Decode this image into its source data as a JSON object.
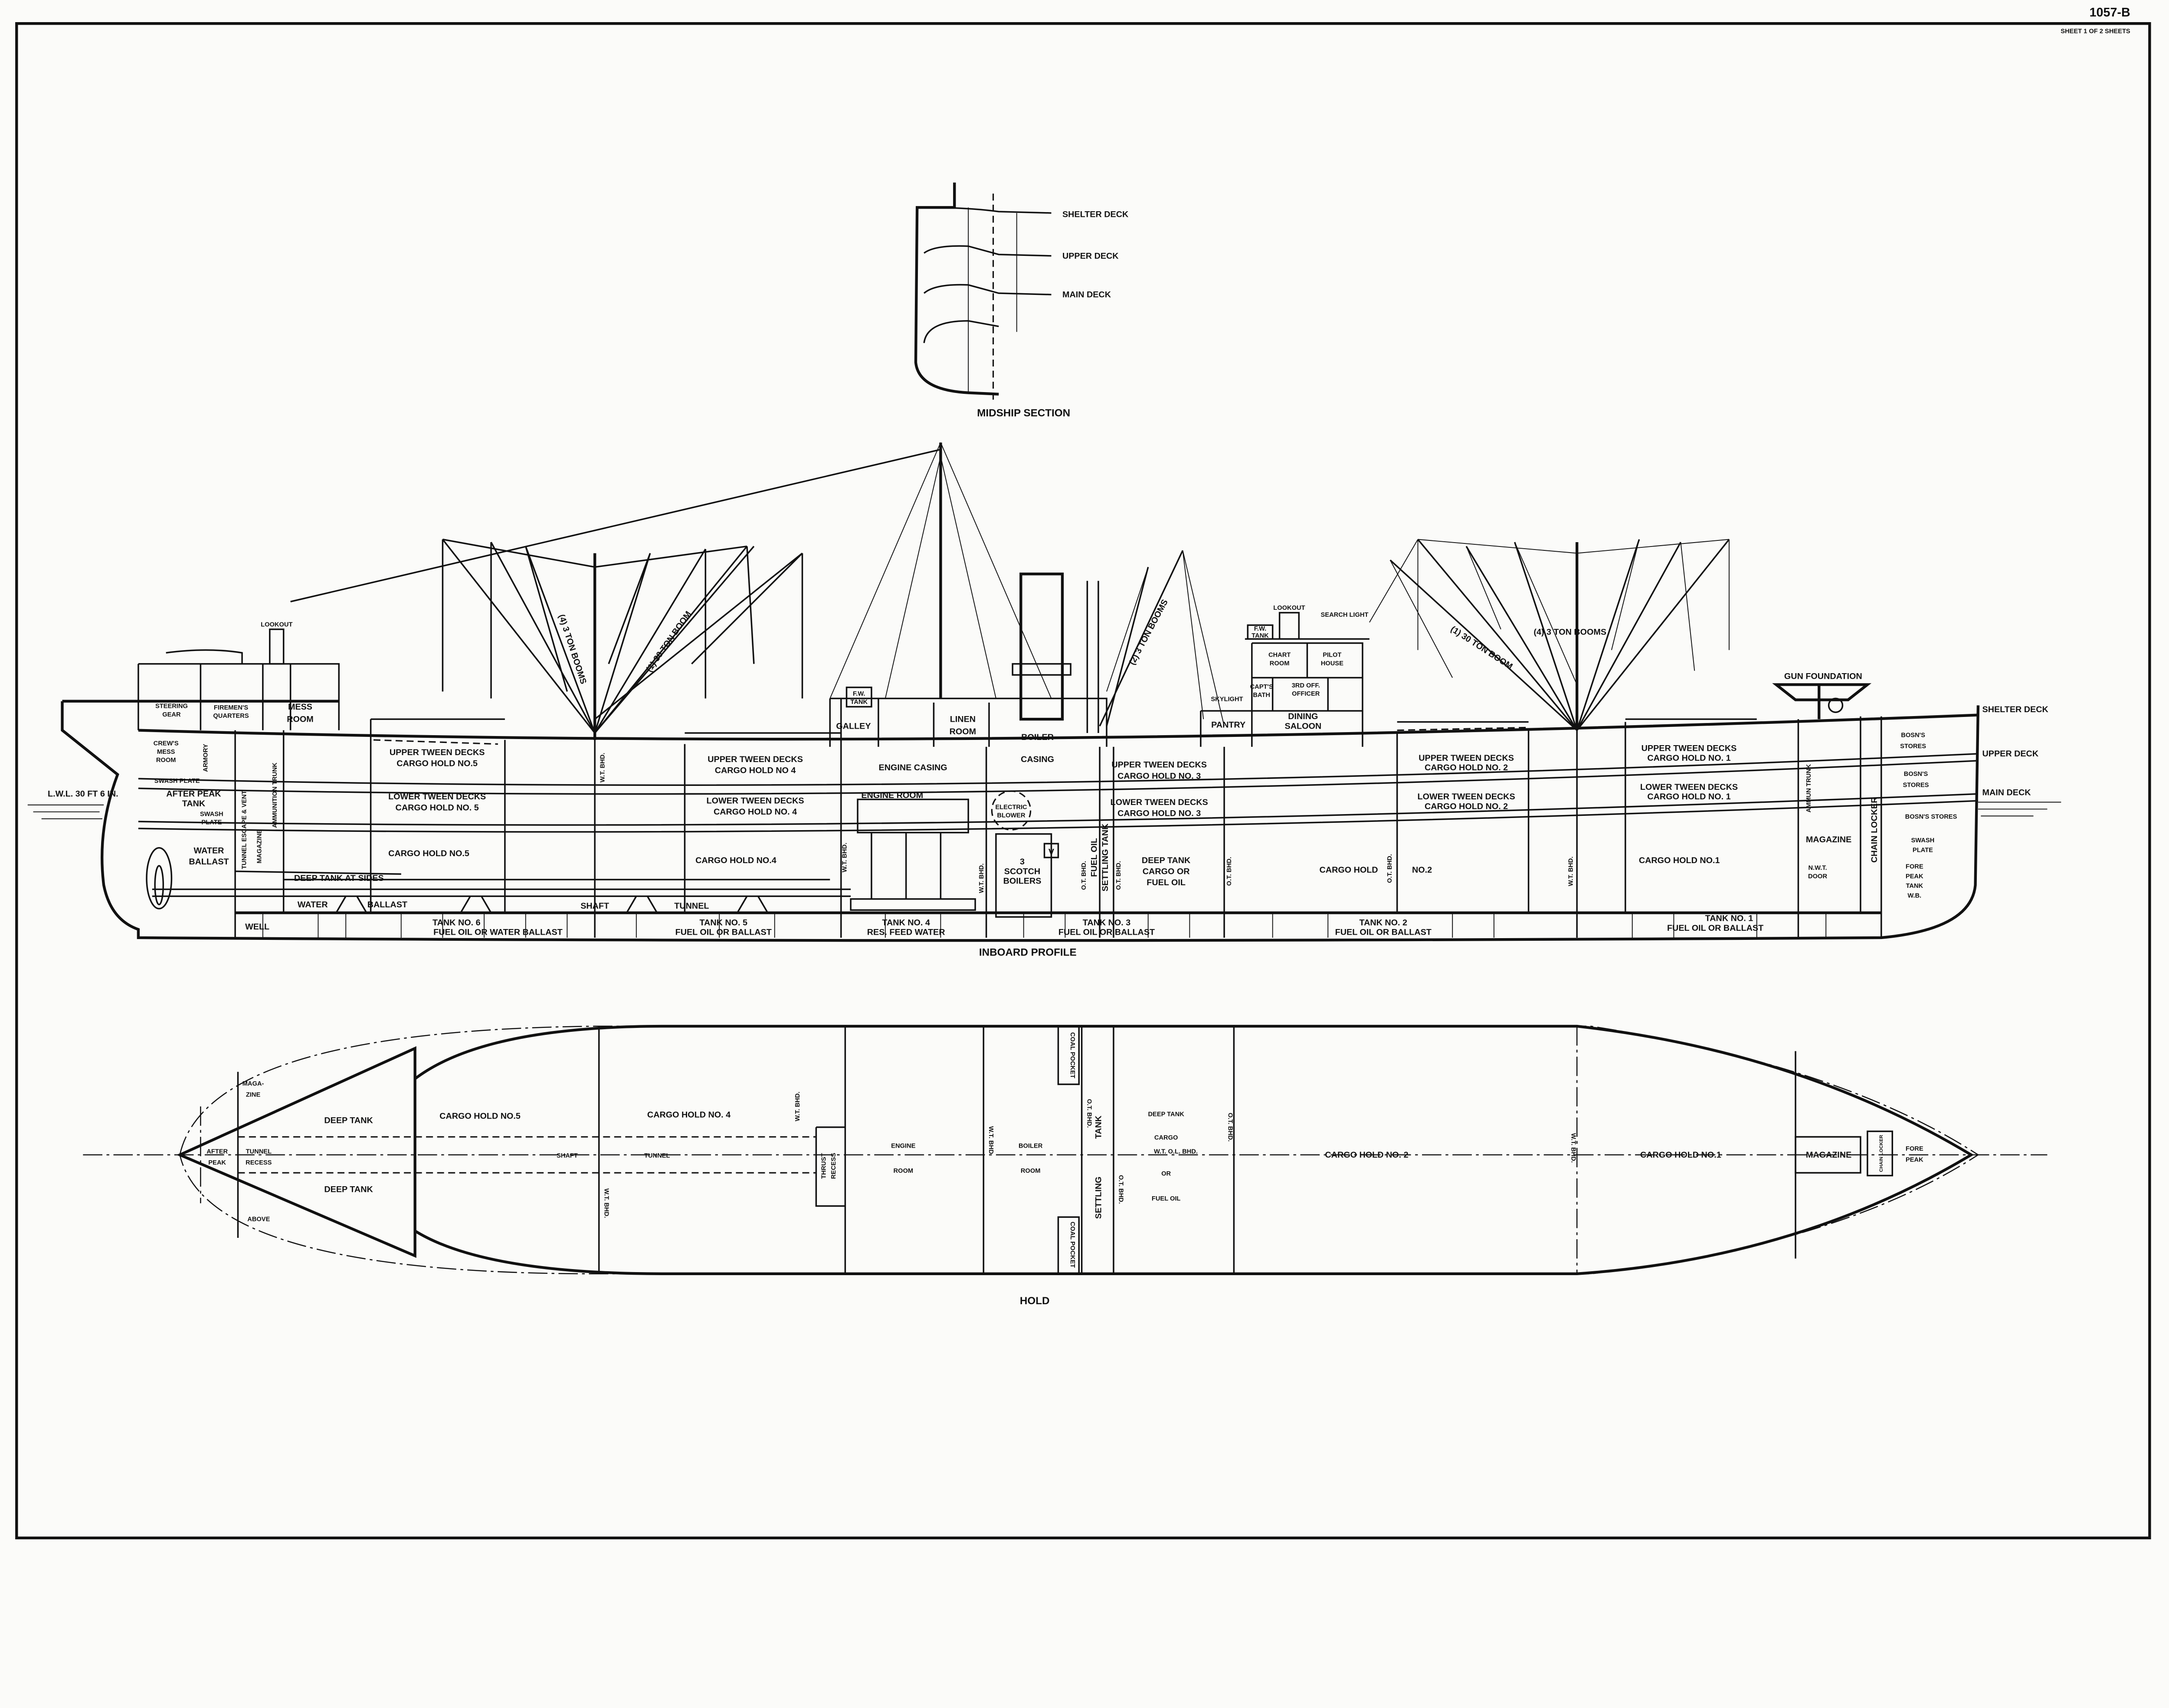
{
  "sheet": {
    "number": "1057-B",
    "sheet_info": "SHEET 1 OF 2 SHEETS"
  },
  "midship": {
    "title": "MIDSHIP SECTION",
    "shelter_deck": "SHELTER DECK",
    "upper_deck": "UPPER DECK",
    "main_deck": "MAIN DECK"
  },
  "profile": {
    "title": "INBOARD PROFILE",
    "lookout_aft": "LOOKOUT",
    "steering_gear": [
      "STEERING",
      "GEAR"
    ],
    "firemens_quarters": [
      "FIREMEN'S",
      "QUARTERS"
    ],
    "mess_room": [
      "MESS",
      "ROOM"
    ],
    "crews_mess": [
      "CREW'S",
      "MESS",
      "ROOM"
    ],
    "armory": "ARMORY",
    "lwl": "L.W.L. 30 FT 6 IN.",
    "after_peak": [
      "AFTER PEAK",
      "TANK"
    ],
    "swash_plate": "SWASH PLATE",
    "swash_plate_2": [
      "SWASH",
      "PLATE"
    ],
    "water_ballast": [
      "WATER",
      "BALLAST"
    ],
    "tunnel_escape": "TUNNEL ESCAPE & VENT",
    "magazine_aft": "MAGAZINE",
    "ammunition_trunk": "AMMUNITION TRUNK",
    "upper_5": [
      "UPPER TWEEN DECKS",
      "CARGO HOLD NO.5"
    ],
    "lower_5": [
      "LOWER TWEEN DECKS",
      "CARGO HOLD NO. 5"
    ],
    "hold_5": "CARGO HOLD NO.5",
    "deep_tank_sides": "DEEP TANK AT SIDES",
    "water": "WATER",
    "ballast": "BALLAST",
    "shaft": "SHAFT",
    "tunnel": "TUNNEL",
    "well": "WELL",
    "tank_6": [
      "TANK NO. 6",
      "FUEL OIL OR WATER BALLAST"
    ],
    "upper_4": [
      "UPPER TWEEN DECKS",
      "CARGO HOLD NO 4"
    ],
    "lower_4": [
      "LOWER TWEEN DECKS",
      "CARGO HOLD NO. 4"
    ],
    "hold_4": "CARGO HOLD NO.4",
    "tank_5": [
      "TANK NO. 5",
      "FUEL OIL OR BALLAST"
    ],
    "fw_tank_galley": [
      "F.W.",
      "TANK"
    ],
    "galley": "GALLEY",
    "linen_room": [
      "LINEN",
      "ROOM"
    ],
    "boiler_casing": [
      "BOILER",
      "CASING"
    ],
    "engine_casing": "ENGINE CASING",
    "engine_room": "ENGINE ROOM",
    "electric_blower": [
      "ELECTRIC",
      "BLOWER"
    ],
    "scotch_boilers": [
      "3",
      "SCOTCH",
      "BOILERS"
    ],
    "v_mark": "V",
    "tank_4": [
      "TANK NO. 4",
      "RES. FEED WATER"
    ],
    "wt_bhd": "W.T. BHD.",
    "ot_bhd": "O.T. BHD.",
    "settling_tank": [
      "FUEL OIL",
      "SETTLING TANK"
    ],
    "upper_3": [
      "UPPER TWEEN DECKS",
      "CARGO HOLD NO. 3"
    ],
    "lower_3": [
      "LOWER TWEEN DECKS",
      "CARGO HOLD NO. 3"
    ],
    "deep_tank_3": [
      "DEEP TANK",
      "CARGO OR",
      "FUEL OIL"
    ],
    "tank_3": [
      "TANK NO. 3",
      "FUEL OIL OR BALLAST"
    ],
    "booms_2_3ton": "(2) 3 TON BOOMS",
    "booms_4_3ton_aft": "(4) 3 TON BOOMS",
    "boom_30ton_aft": "(1) 30 TON BOOM",
    "lookout_bridge": "LOOKOUT",
    "search_light": "SEARCH LIGHT",
    "fw_tank_bridge": [
      "F.W.",
      "TANK"
    ],
    "chart_room": [
      "CHART",
      "ROOM"
    ],
    "pilot_house": [
      "PILOT",
      "HOUSE"
    ],
    "capts_bath": [
      "CAPT'S",
      "BATH"
    ],
    "third_officer": [
      "3RD OFF.",
      "OFFICER"
    ],
    "skylight": "SKYLIGHT",
    "pantry": "PANTRY",
    "dining_saloon": [
      "DINING",
      "SALOON"
    ],
    "boom_30ton_fwd": "(1) 30 TON BOOM",
    "booms_4_3ton_fwd": "(4) 3 TON BOOMS",
    "upper_2": [
      "UPPER TWEEN DECKS",
      "CARGO HOLD NO. 2"
    ],
    "lower_2": [
      "LOWER TWEEN DECKS",
      "CARGO HOLD NO. 2"
    ],
    "hold_2": [
      "CARGO HOLD",
      "NO.2"
    ],
    "tank_2": [
      "TANK NO. 2",
      "FUEL OIL OR BALLAST"
    ],
    "upper_1": [
      "UPPER TWEEN DECKS",
      "CARGO HOLD NO. 1"
    ],
    "lower_1": [
      "LOWER TWEEN DECKS",
      "CARGO HOLD NO. 1"
    ],
    "hold_1": "CARGO HOLD NO.1",
    "tank_1": [
      "TANK NO. 1",
      "FUEL OIL OR BALLAST"
    ],
    "gun_foundation": "GUN FOUNDATION",
    "shelter_deck": "SHELTER DECK",
    "upper_deck": "UPPER DECK",
    "main_deck": "MAIN DECK",
    "bosns_stores_1": [
      "BOSN'S",
      "STORES"
    ],
    "bosns_stores_2": [
      "BOSN'S",
      "STORES"
    ],
    "bosns_stores_3": "BOSN'S STORES",
    "magazine_fwd": "MAGAZINE",
    "nwt_door": [
      "N.W.T.",
      "DOOR"
    ],
    "chain_locker": "CHAIN LOCKER",
    "ammun_trunk": "AMMUN TRUNK",
    "swash_plate_fwd": [
      "SWASH",
      "PLATE"
    ],
    "fore_peak": [
      "FORE",
      "PEAK",
      "TANK",
      "W.B."
    ]
  },
  "hold": {
    "title": "HOLD",
    "magazine": [
      "MAGA-",
      "ZINE"
    ],
    "deep_tank": "DEEP TANK",
    "after_peak": [
      "AFTER",
      "PEAK"
    ],
    "tunnel_recess": [
      "TUNNEL",
      "RECESS"
    ],
    "above": "ABOVE",
    "hold_5": "CARGO HOLD NO.5",
    "hold_4": "CARGO HOLD NO. 4",
    "shaft": "SHAFT",
    "tunnel": "TUNNEL",
    "thrust_recess": [
      "THRUST",
      "RECESS"
    ],
    "engine_room": [
      "ENGINE",
      "ROOM"
    ],
    "boiler_room": [
      "BOILER",
      "ROOM"
    ],
    "coal_pocket": "COAL POCKET",
    "settling_tank": [
      "SETTLING",
      "TANK"
    ],
    "deep_tank_cargo": [
      "DEEP TANK",
      "CARGO",
      "OR",
      "FUEL OIL"
    ],
    "wt_ol_bhd": "W.T. O.L. BHD.",
    "wt_bhd": "W.T. BHD.",
    "ot_bhd": "O.T. BHD.",
    "hold_2": "CARGO HOLD NO. 2",
    "hold_1": "CARGO HOLD NO.1",
    "magazine_fwd": "MAGAZINE",
    "chain_locker": "CHAIN LOCKER",
    "fore_peak": [
      "FORE",
      "PEAK"
    ]
  }
}
